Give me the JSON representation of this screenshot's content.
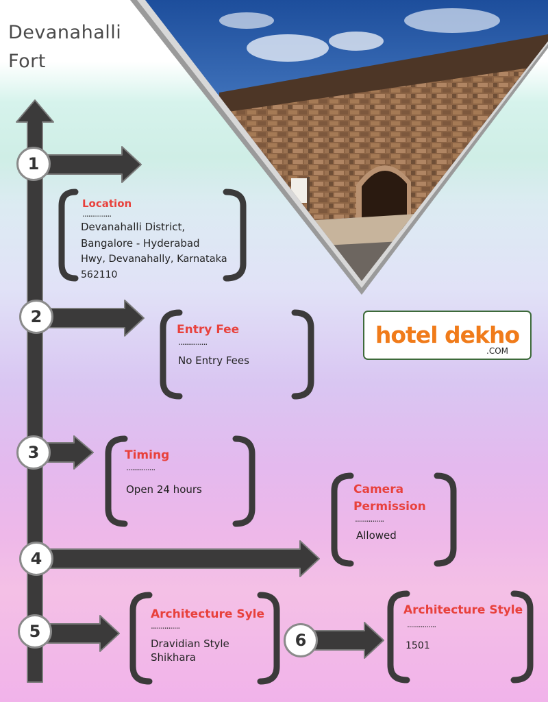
{
  "title": {
    "line1": "Devanahalli",
    "line2": "Fort"
  },
  "steps": [
    {
      "number": "1"
    },
    {
      "number": "2"
    },
    {
      "number": "3"
    },
    {
      "number": "4"
    },
    {
      "number": "5"
    },
    {
      "number": "6"
    }
  ],
  "sections": {
    "location": {
      "title": "Location",
      "dots": "...............",
      "lines": [
        "Devanahalli District,",
        "Bangalore - Hyderabad",
        "Hwy, Devanahally, Karnataka",
        "562110"
      ]
    },
    "entry_fee": {
      "title": "Entry Fee",
      "dots": "...............",
      "text": "No Entry Fees"
    },
    "timing": {
      "title": "Timing",
      "dots": "...............",
      "text": "Open 24 hours"
    },
    "camera": {
      "title_line1": "Camera",
      "title_line2": "Permission",
      "dots": "...............",
      "text": "Allowed"
    },
    "architecture_syle": {
      "title": "Architecture Syle",
      "dots": "...............",
      "line1": "Dravidian Style",
      "line2": "Shikhara"
    },
    "architecture_style": {
      "title": "Architecture Style",
      "dots": "...............",
      "text": "1501"
    }
  },
  "logo": {
    "brand": "hotel dekho",
    "suffix": ".COM"
  },
  "colors": {
    "accent": "#e8413c",
    "logo_orange": "#f07b1a",
    "arrow": "#3b3a3a",
    "logo_border": "#3d6a3a"
  }
}
